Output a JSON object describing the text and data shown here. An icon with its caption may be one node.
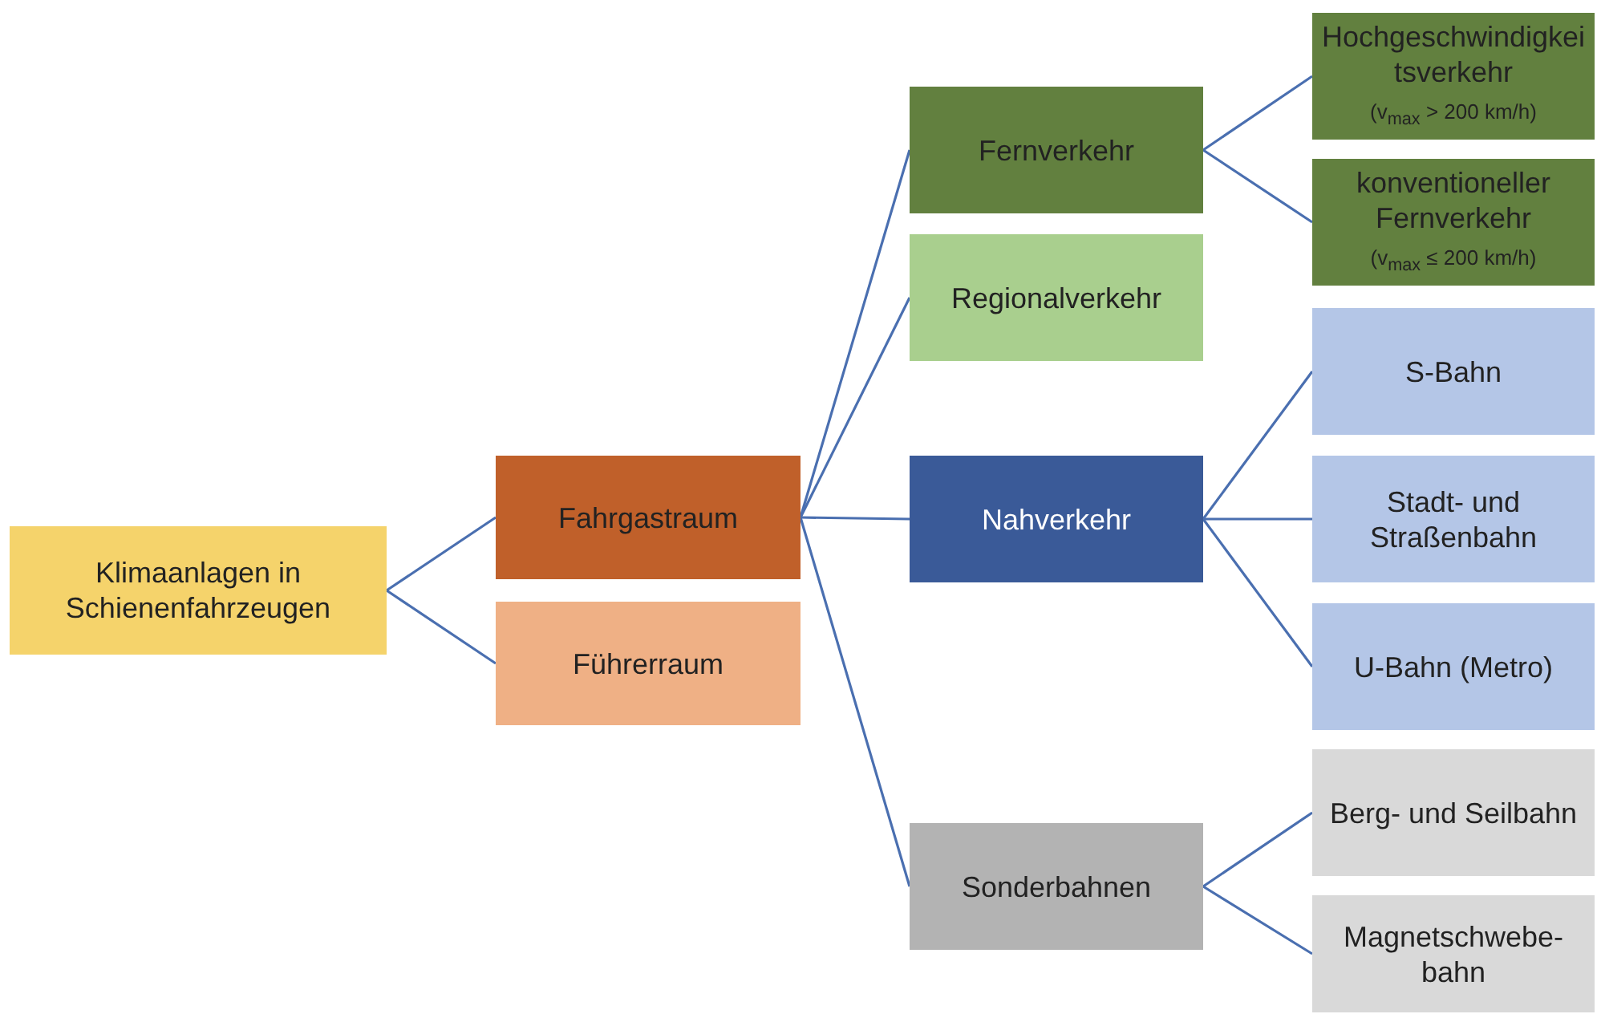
{
  "diagram": {
    "nodes": [
      {
        "text": [
          "Klimaanlagen in Schienenfahrzeugen"
        ]
      },
      {
        "text": [
          "Fahrgastraum"
        ]
      },
      {
        "text": [
          "Führerraum"
        ]
      },
      {
        "text": [
          "Fernverkehr"
        ]
      },
      {
        "text": [
          "Regionalverkehr"
        ]
      },
      {
        "text": [
          "Nahverkehr"
        ]
      },
      {
        "text": [
          "Sonderbahnen"
        ]
      },
      {
        "text": [
          "Hochgeschwindigkeitsverkehr",
          "(v$_{max}$ > 200 km/h)"
        ]
      },
      {
        "text": [
          "konventioneller Fernverkehr",
          "(v$_{max}$ ≤ 200 km/h)"
        ]
      },
      {
        "text": [
          "S-Bahn"
        ]
      },
      {
        "text": [
          "Stadt- und Straßenbahn"
        ]
      },
      {
        "text": [
          "U-Bahn (Metro)"
        ]
      },
      {
        "text": [
          "Berg- und Seilbahn"
        ]
      },
      {
        "text": [
          "Magnetschwebe-bahn"
        ]
      }
    ],
    "edges": [
      {
        "from": 0,
        "to": 1,
        "arrow": "none"
      },
      {
        "from": 0,
        "to": 2,
        "arrow": "none"
      },
      {
        "from": 1,
        "to": 3,
        "arrow": "none"
      },
      {
        "from": 1,
        "to": 4,
        "arrow": "none"
      },
      {
        "from": 1,
        "to": 5,
        "arrow": "none"
      },
      {
        "from": 1,
        "to": 6,
        "arrow": "none"
      },
      {
        "from": 3,
        "to": 7,
        "arrow": "none"
      },
      {
        "from": 3,
        "to": 8,
        "arrow": "none"
      },
      {
        "from": 5,
        "to": 9,
        "arrow": "none"
      },
      {
        "from": 5,
        "to": 10,
        "arrow": "none"
      },
      {
        "from": 5,
        "to": 11,
        "arrow": "none"
      },
      {
        "from": 6,
        "to": 12,
        "arrow": "none"
      },
      {
        "from": 6,
        "to": 13,
        "arrow": "none"
      }
    ]
  }
}
